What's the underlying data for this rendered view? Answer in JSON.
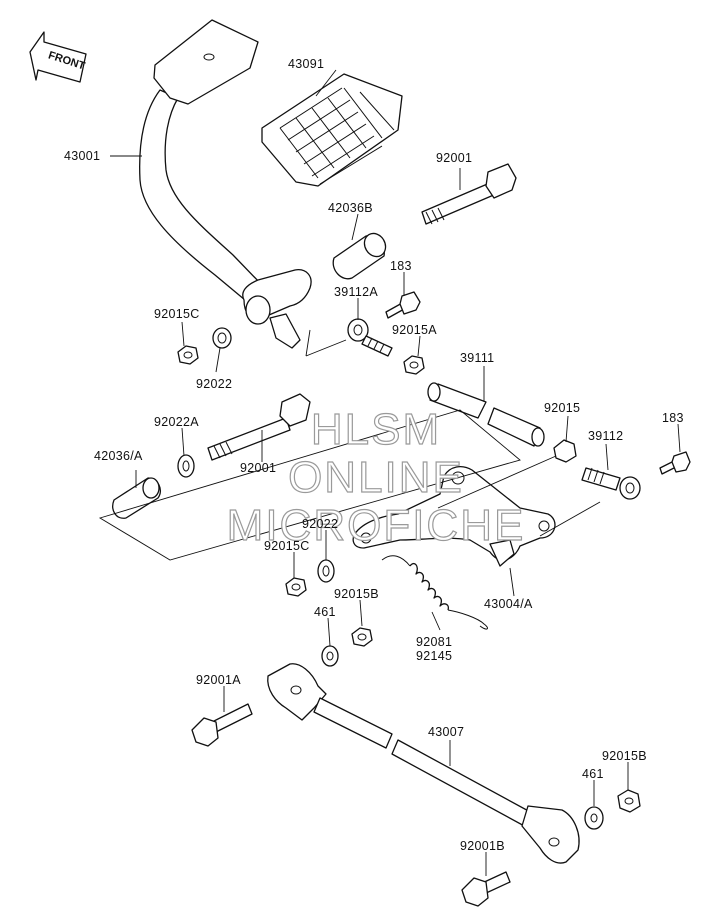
{
  "watermark": {
    "line1": "HLSM",
    "line2": "ONLINE",
    "line3": "MICROFICHE"
  },
  "front_arrow": {
    "text": "FRONT"
  },
  "labels": {
    "p43091": "43091",
    "p43001": "43001",
    "p92001_top": "92001",
    "p42036B": "42036B",
    "p183_top": "183",
    "p39112A": "39112A",
    "p92015C_top": "92015C",
    "p92015A": "92015A",
    "p92022_top": "92022",
    "p39111": "39111",
    "p92022A": "92022A",
    "p92015": "92015",
    "p183_right": "183",
    "p39112": "39112",
    "p42036A": "42036/A",
    "p92001_mid": "92001",
    "p92022_mid": "92022",
    "p92015C_mid": "92015C",
    "p43004A": "43004/A",
    "p92015B_mid": "92015B",
    "p461_mid": "461",
    "p92081": "92081",
    "p92145": "92145",
    "p92001A": "92001A",
    "p43007": "43007",
    "p92015B_low": "92015B",
    "p461_low": "461",
    "p92001B": "92001B"
  }
}
